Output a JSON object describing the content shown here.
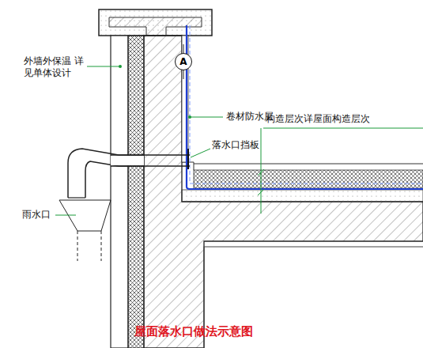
{
  "diagram": {
    "caption": "屋面落水口做法示意图",
    "nodes": [
      {
        "text": [
          "A"
        ]
      }
    ],
    "labels": [
      "外墙外保温 详见单体设计",
      "卷材防水层",
      "构造层次详屋面构造层次",
      "落水口挡板",
      "雨水口"
    ]
  }
}
